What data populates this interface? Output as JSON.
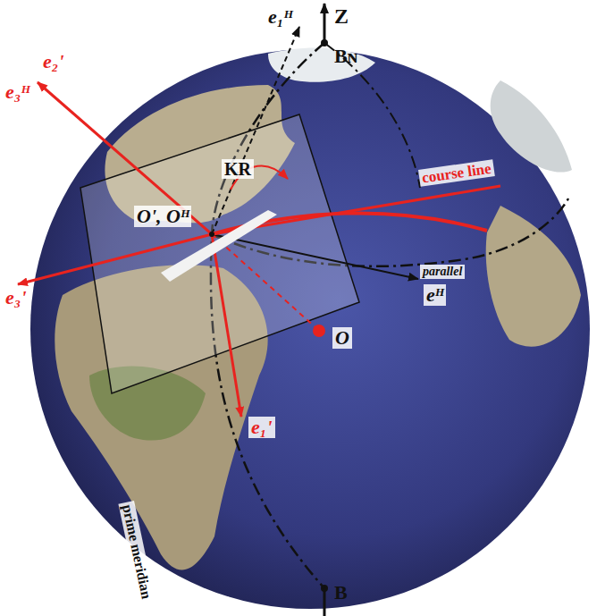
{
  "diagram": {
    "labels": [
      "Z",
      "e₁ᴴ",
      "Bɴ",
      "e₂'",
      "e₃ᴴ",
      "KR",
      "course line",
      "O', Oᴴ",
      "e₃'",
      "parallel",
      "eᴴ",
      "O",
      "e₁'",
      "prime meridian",
      "B"
    ]
  }
}
